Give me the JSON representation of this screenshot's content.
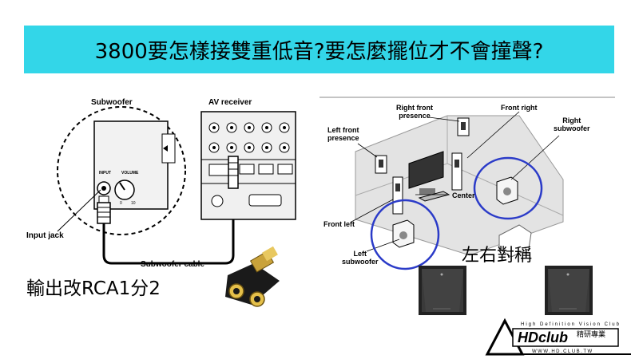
{
  "slide": {
    "title": "3800要怎樣接雙重低音?要怎麼擺位才不會撞聲?"
  },
  "left_diagram": {
    "subwoofer_label": "Subwoofer",
    "av_receiver_label": "AV receiver",
    "input_jack_label": "Input jack",
    "subwoofer_cable_label": "Subwoofer cable",
    "panel_input": "INPUT",
    "panel_volume": "VOLUME",
    "note": "輸出改RCA1分2"
  },
  "right_diagram": {
    "right_front_presence": "Right front\npresence",
    "front_right": "Front right",
    "right_subwoofer": "Right\nsubwoofer",
    "left_front_presence": "Left front\npresence",
    "center": "Center",
    "front_left": "Front left",
    "left_subwoofer": "Left\nsubwoofer",
    "note": "左右對稱"
  },
  "logo": {
    "tagline": "High Definition Vision Club",
    "brand": "HDclub",
    "chinese": "精研專業",
    "url": "WWW.HD.CLUB.TW"
  },
  "colors": {
    "title_band": "#33d6e8",
    "circle": "#2b3bc8"
  }
}
